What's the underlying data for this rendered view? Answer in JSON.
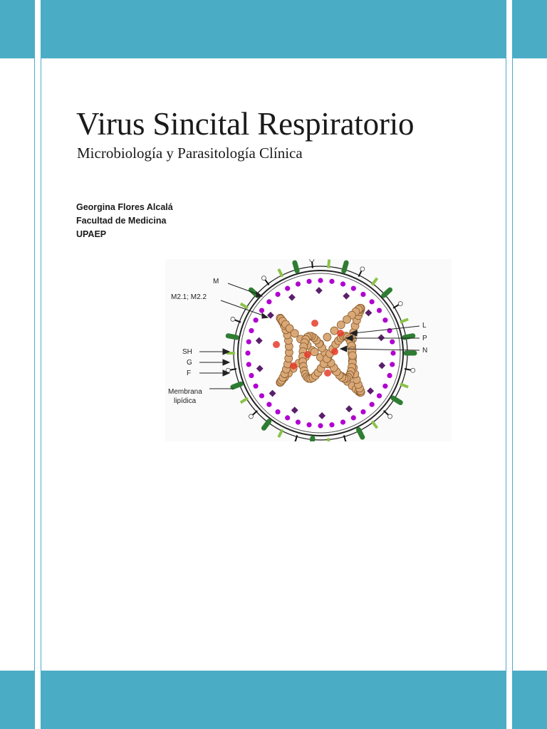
{
  "document": {
    "title": "Virus Sincital Respiratorio",
    "subtitle": "Microbiología y Parasitología Clínica",
    "author": "Georgina Flores Alcalá",
    "faculty": "Facultad de Medicina",
    "institution": "UPAEP"
  },
  "figure": {
    "labels": {
      "m": "M",
      "m21": "M2.1; M2.2",
      "l": "L",
      "p": "P",
      "n": "N",
      "sh": "SH",
      "g": "G",
      "f": "F",
      "membrana": "Membrana",
      "lipidica": "lipídica"
    }
  },
  "colors": {
    "accent_band": "#4bacc6",
    "glycoprotein_green": "#2e7d32",
    "matrix_purple": "#b000d0",
    "nucleocapsid_tan": "#d9a877",
    "polymerase_red": "#e53c2a"
  }
}
